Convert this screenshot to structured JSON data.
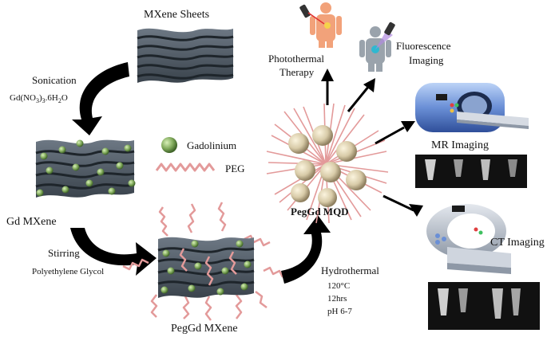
{
  "labels": {
    "mxene_sheets": "MXene Sheets",
    "sonication": "Sonication",
    "gd_reagent": "Gd(NO",
    "gd_reagent_sub1": "3",
    "gd_reagent_mid": ")",
    "gd_reagent_sub2": "3",
    "gd_reagent_tail": ".6H",
    "gd_reagent_sub3": "2",
    "gd_reagent_end": "O",
    "gadolinium": "Gadolinium",
    "peg": "PEG",
    "gd_mxene": "Gd MXene",
    "stirring": "Stirring",
    "polyethylene_glycol": "Polyethylene Glycol",
    "pegGd_mxene": "PegGd MXene",
    "hydrothermal": "Hydrothermal",
    "cond_temp": "120°C",
    "cond_time": "12hrs",
    "cond_ph": "pH 6-7",
    "pegGd_mqd": "PegGd MQD",
    "photothermal_1": "Photothermal",
    "photothermal_2": "Therapy",
    "fluorescence_1": "Fluorescence",
    "fluorescence_2": "Imaging",
    "mr_imaging": "MR Imaging",
    "ct_imaging": "CT Imaging"
  },
  "colors": {
    "sheet_top": "#5a6672",
    "sheet_side": "#2f3840",
    "gd_sphere": "#7fa85a",
    "peg_chain": "#e39a9a",
    "qd_core": "#d8cba8",
    "arrow": "#000000",
    "scanner_blue": "#6a8fd6"
  }
}
